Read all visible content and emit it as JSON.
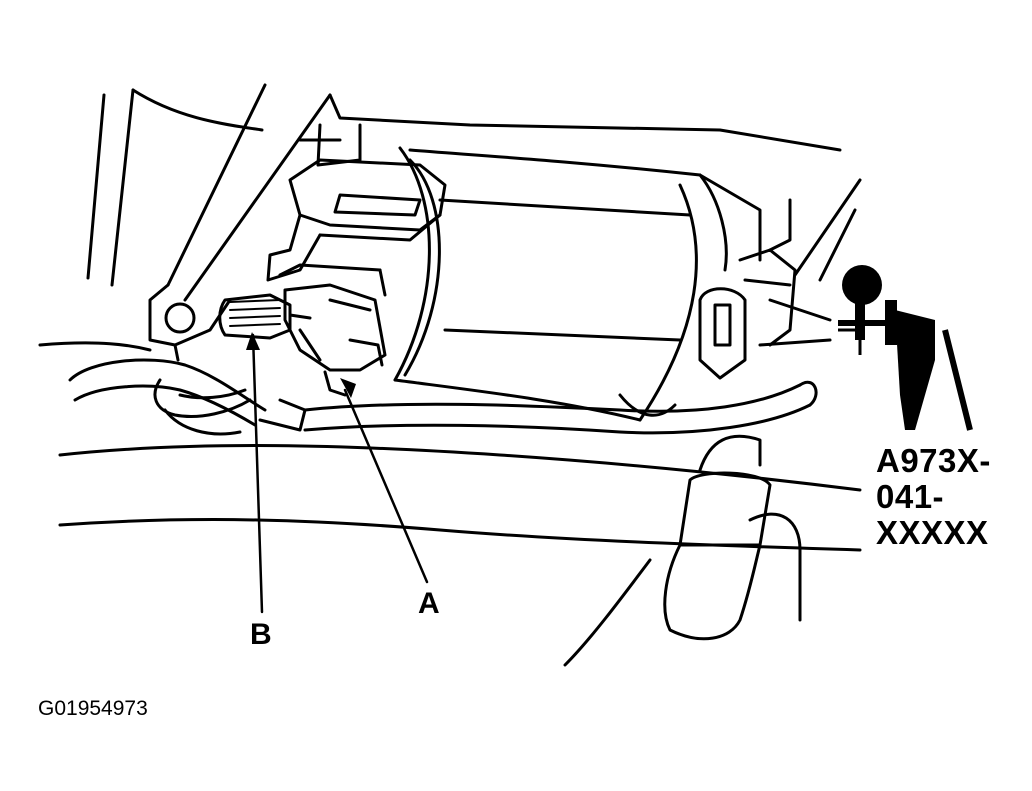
{
  "callouts": {
    "a": "A",
    "b": "B"
  },
  "tool_code": {
    "line1": "A973X-",
    "line2": "041-",
    "line3": "XXXXX"
  },
  "figure_id": "G01954973",
  "colors": {
    "ink": "#000000",
    "paper": "#ffffff"
  }
}
